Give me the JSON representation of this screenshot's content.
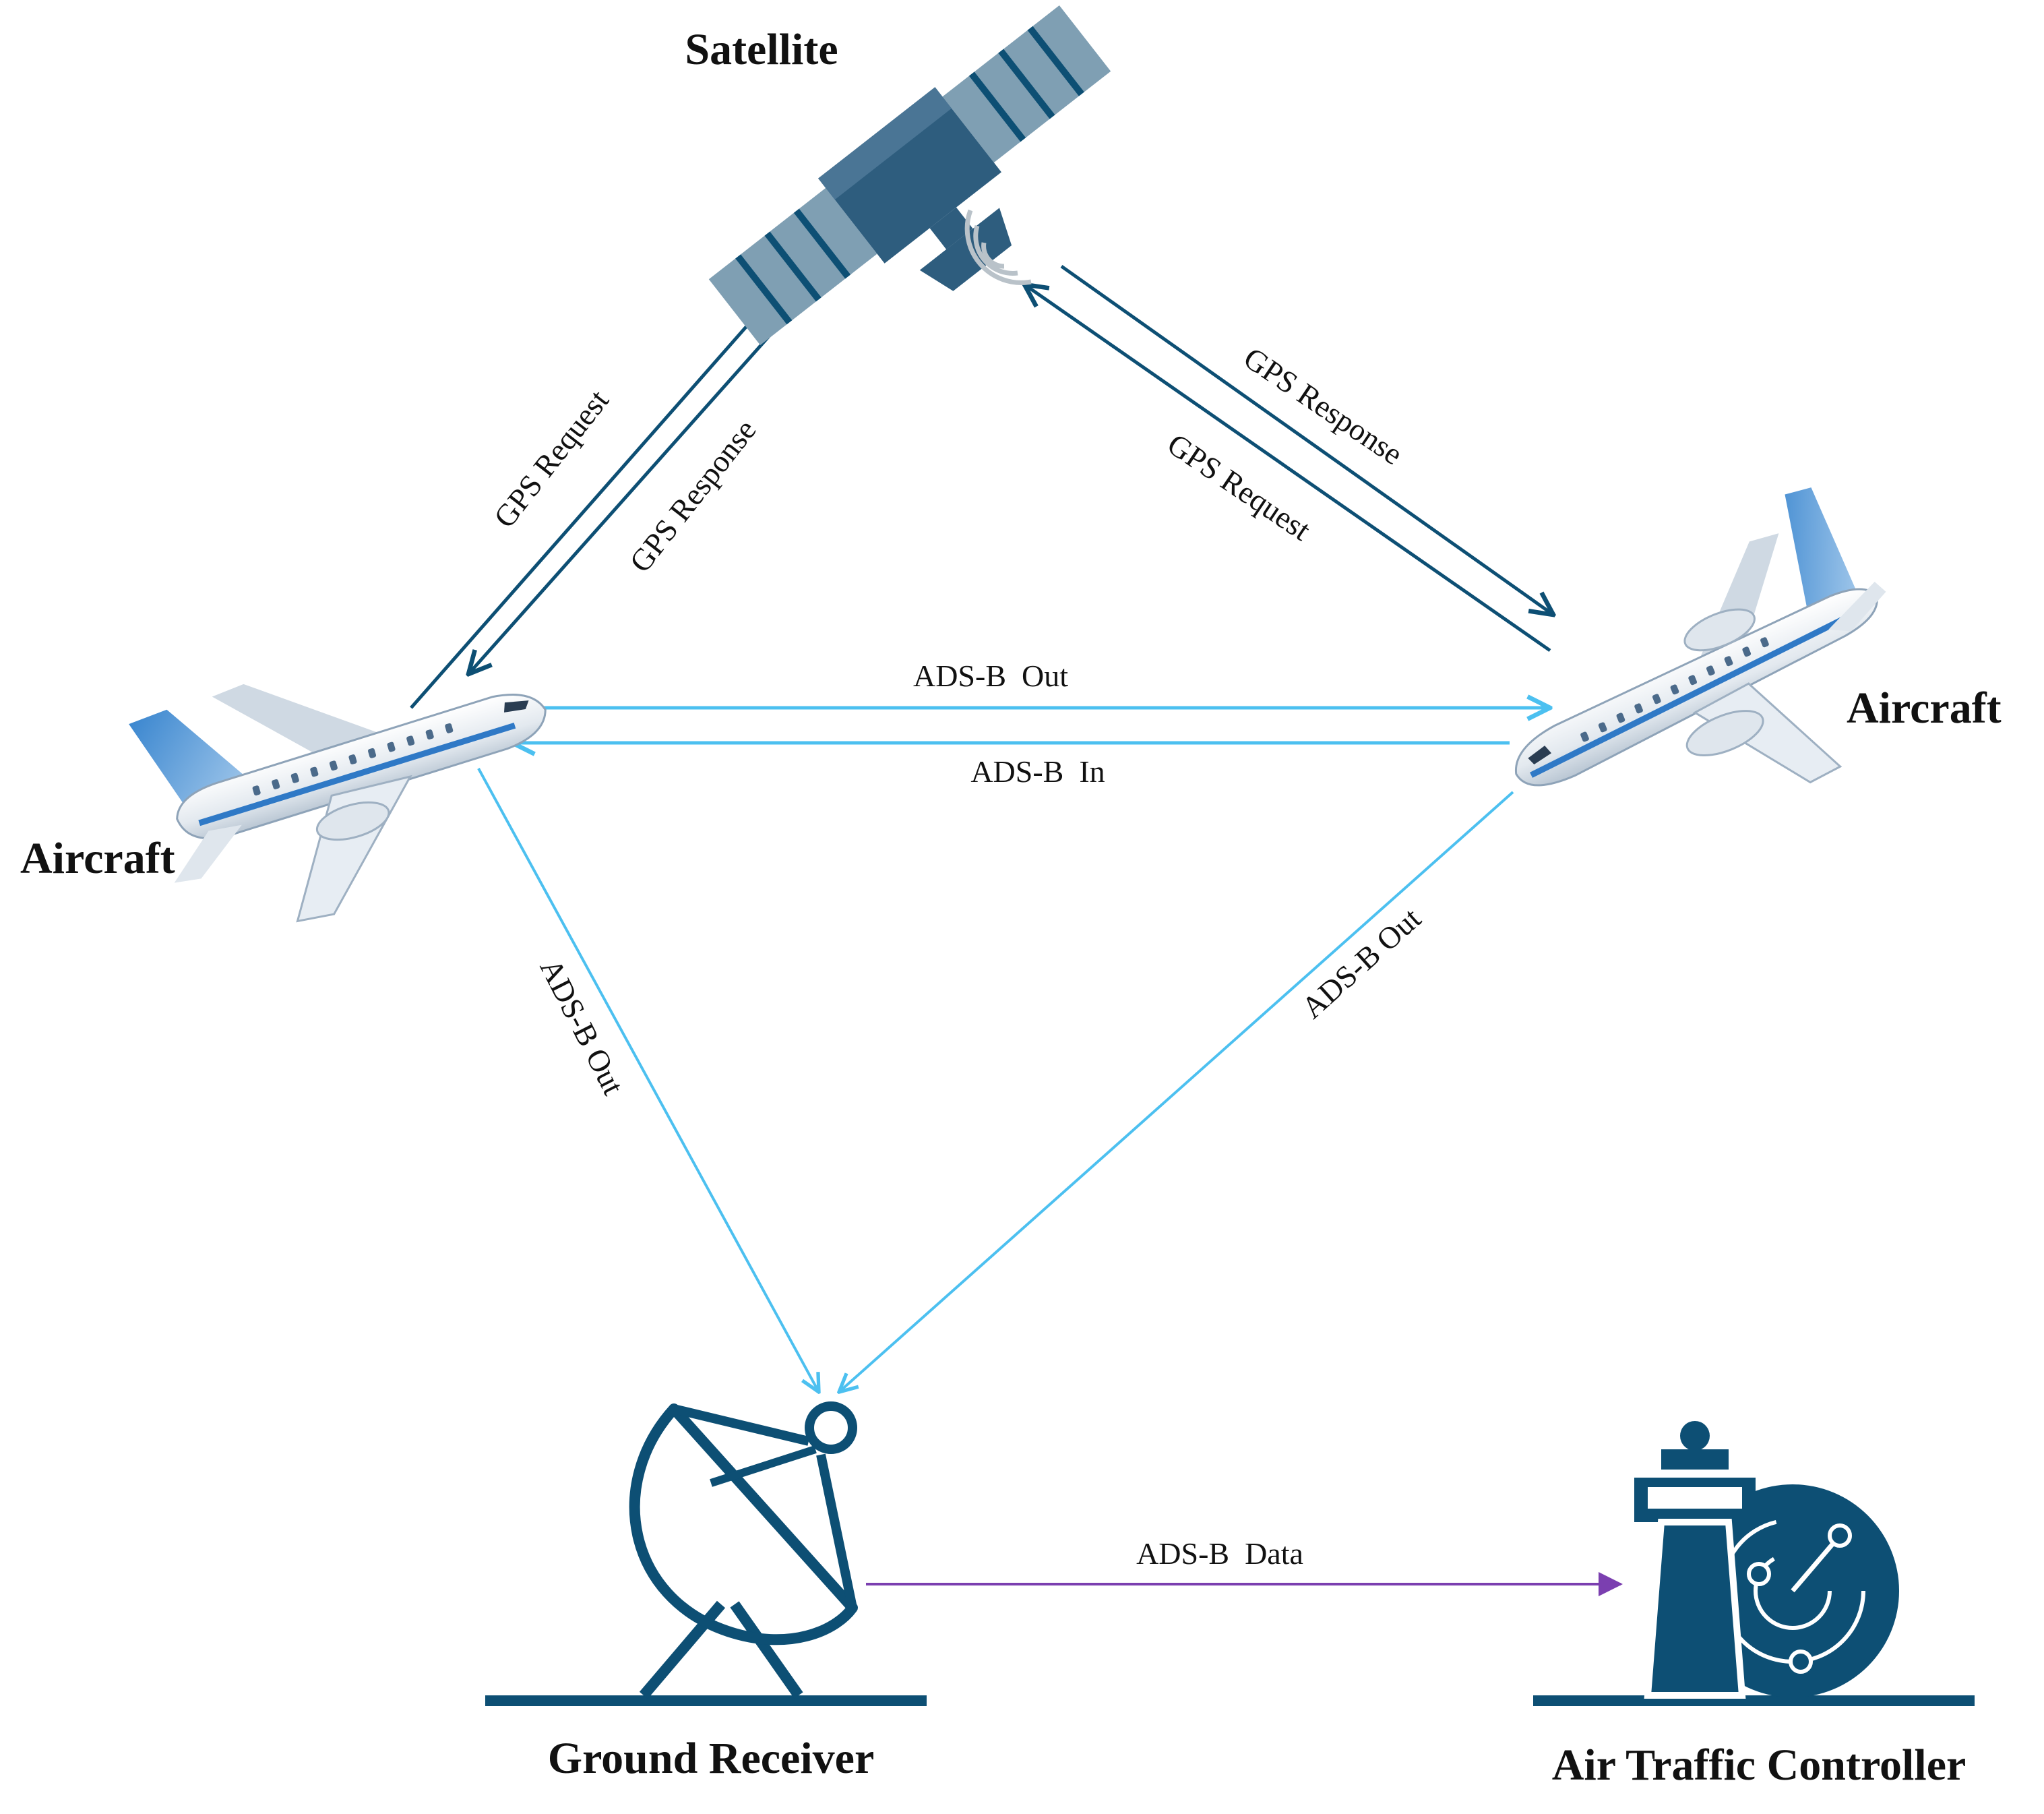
{
  "colors": {
    "dark_navy": "#0d4f74",
    "light_blue": "#4cc0f0",
    "purple": "#7b3fb0",
    "satellite_panel": "#7f9fb3",
    "plane_body": "#f1f4f7",
    "plane_accent": "#2f79c6"
  },
  "nodes": {
    "satellite": {
      "label": "Satellite",
      "icon": "satellite-icon"
    },
    "aircraft_left": {
      "label": "Aircraft",
      "icon": "airplane-icon"
    },
    "aircraft_right": {
      "label": "Aircraft",
      "icon": "airplane-icon"
    },
    "ground_receiver": {
      "label": "Ground Receiver",
      "icon": "satellite-dish-icon"
    },
    "air_traffic_controller": {
      "label": "Air Traffic Controller",
      "icon": "control-tower-radar-icon"
    }
  },
  "edges": {
    "left_gps_request": {
      "label": "GPS Request",
      "from": "Aircraft (left)",
      "to": "Satellite"
    },
    "left_gps_response": {
      "label": "GPS Response",
      "from": "Satellite",
      "to": "Aircraft (left)"
    },
    "right_gps_response": {
      "label": "GPS Response",
      "from": "Satellite",
      "to": "Aircraft (right)"
    },
    "right_gps_request": {
      "label": "GPS Request",
      "from": "Aircraft (right)",
      "to": "Satellite"
    },
    "adsb_out_horizontal": {
      "label": "ADS-B  Out",
      "from": "Aircraft (left)",
      "to": "Aircraft (right)"
    },
    "adsb_in_horizontal": {
      "label": "ADS-B  In",
      "from": "Aircraft (right)",
      "to": "Aircraft (left)"
    },
    "adsb_out_left_ground": {
      "label": "ADS-B Out",
      "from": "Aircraft (left)",
      "to": "Ground Receiver"
    },
    "adsb_out_right_ground": {
      "label": "ADS-B Out",
      "from": "Aircraft (right)",
      "to": "Ground Receiver"
    },
    "adsb_data": {
      "label": "ADS-B  Data",
      "from": "Ground Receiver",
      "to": "Air Traffic Controller"
    }
  }
}
